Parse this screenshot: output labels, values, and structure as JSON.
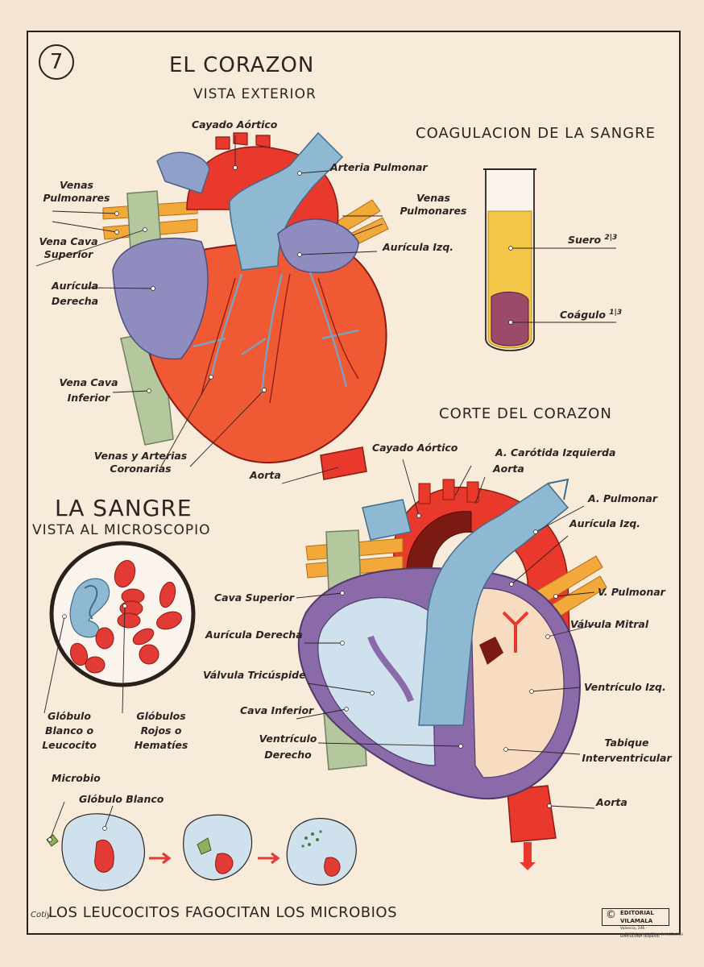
{
  "plate_number": "7",
  "heart_exterior": {
    "title": "EL CORAZON",
    "subtitle": "VISTA EXTERIOR",
    "labels": {
      "cayado_aortico": "Cayado Aórtico",
      "arteria_pulmonar": "Arteria Pulmonar",
      "venas_pulmonares_left": "Venas Pulmonares",
      "venas_pulmonares_right": "Venas Pulmonares",
      "vena_cava_superior": "Vena Cava Superior",
      "auricula_izq": "Aurícula Izq.",
      "auricula_derecha": "Aurícula Derecha",
      "vena_cava_inferior": "Vena Cava Inferior",
      "venas_arterias_coronarias": "Venas y Arterias Coronarias",
      "aorta": "Aorta"
    }
  },
  "coagulation": {
    "title": "COAGULACION DE LA SANGRE",
    "suero_label": "Suero",
    "suero_fraction": "2|3",
    "coagulo_label": "Coágulo",
    "coagulo_fraction": "1|3"
  },
  "heart_section": {
    "title": "CORTE DEL CORAZON",
    "labels": {
      "cayado_aortico": "Cayado Aórtico",
      "carotida_izquierda": "A. Carótida Izquierda",
      "aorta_top": "Aorta",
      "a_pulmonar": "A. Pulmonar",
      "auricula_izq": "Aurícula Izq.",
      "v_pulmonar": "V. Pulmonar",
      "valvula_mitral": "Válvula Mitral",
      "cava_superior": "Cava Superior",
      "auricula_derecha": "Aurícula Derecha",
      "valvula_tricuspide": "Válvula Tricúspide",
      "ventriculo_izq": "Ventrículo Izq.",
      "cava_inferior": "Cava Inferior",
      "ventriculo_derecho": "Ventrículo Derecho",
      "tabique": "Tabique Interventricular",
      "aorta_bottom": "Aorta"
    }
  },
  "blood": {
    "title": "LA SANGRE",
    "subtitle": "VISTA AL MICROSCOPIO",
    "globulo_blanco": "Glóbulo Blanco o Leucocito",
    "globulos_rojos": "Glóbulos Rojos o Hematíes"
  },
  "phagocytosis": {
    "microbio": "Microbio",
    "globulo_blanco": "Glóbulo Blanco",
    "caption": "LOS LEUCOCITOS FAGOCITAN LOS MICROBIOS"
  },
  "publisher": {
    "symbol": "©",
    "name": "EDITORIAL VILAMALA",
    "address": "Valencia, 246 - BARCELONA (España)",
    "printer": "GRÁFICA MODERNA BARCELONA"
  },
  "signature": "Cotiy",
  "colors": {
    "paper": "#f8ebda",
    "artery_red": "#e8392c",
    "vein_blue": "#8fb9d3",
    "atrium_violet": "#8f8cc0",
    "vein_green": "#b5c79c",
    "pulmonary_orange": "#f2a93a",
    "septum_purple": "#8a6aa8",
    "serum_yellow": "#f4c64a",
    "clot_maroon": "#9b4a6a"
  }
}
